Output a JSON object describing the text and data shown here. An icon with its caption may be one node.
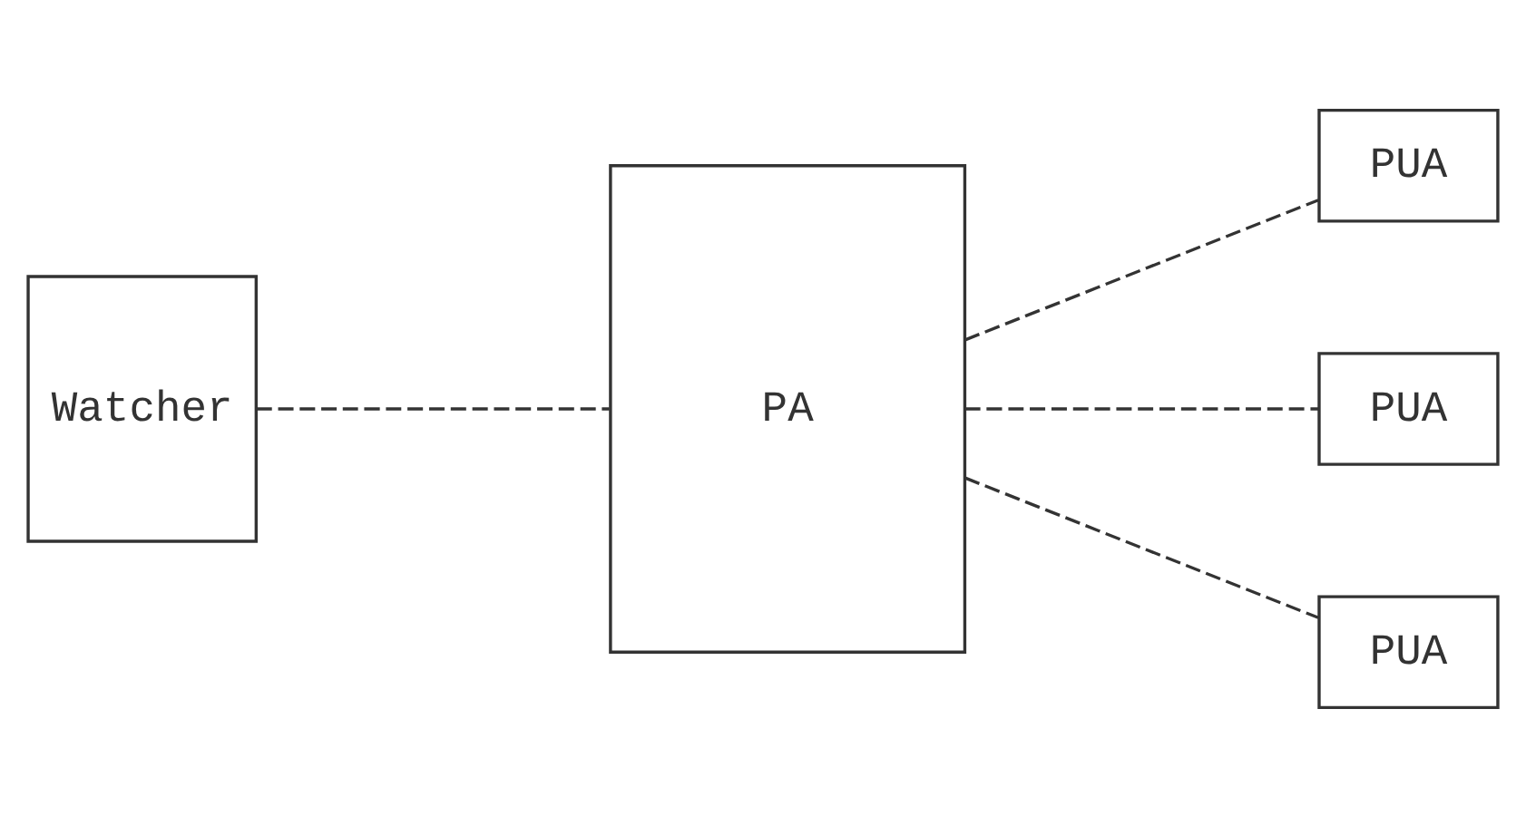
{
  "diagram": {
    "nodes": [
      {
        "text": [
          "Watcher"
        ]
      },
      {
        "text": [
          "PA"
        ]
      },
      {
        "text": [
          "PUA"
        ]
      },
      {
        "text": [
          "PUA"
        ]
      },
      {
        "text": [
          "PUA"
        ]
      }
    ],
    "edges": [
      {
        "from": 0,
        "to": 1,
        "arrow": "none"
      },
      {
        "from": 1,
        "to": 2,
        "arrow": "none"
      },
      {
        "from": 1,
        "to": 3,
        "arrow": "none"
      },
      {
        "from": 1,
        "to": 4,
        "arrow": "none"
      }
    ]
  }
}
